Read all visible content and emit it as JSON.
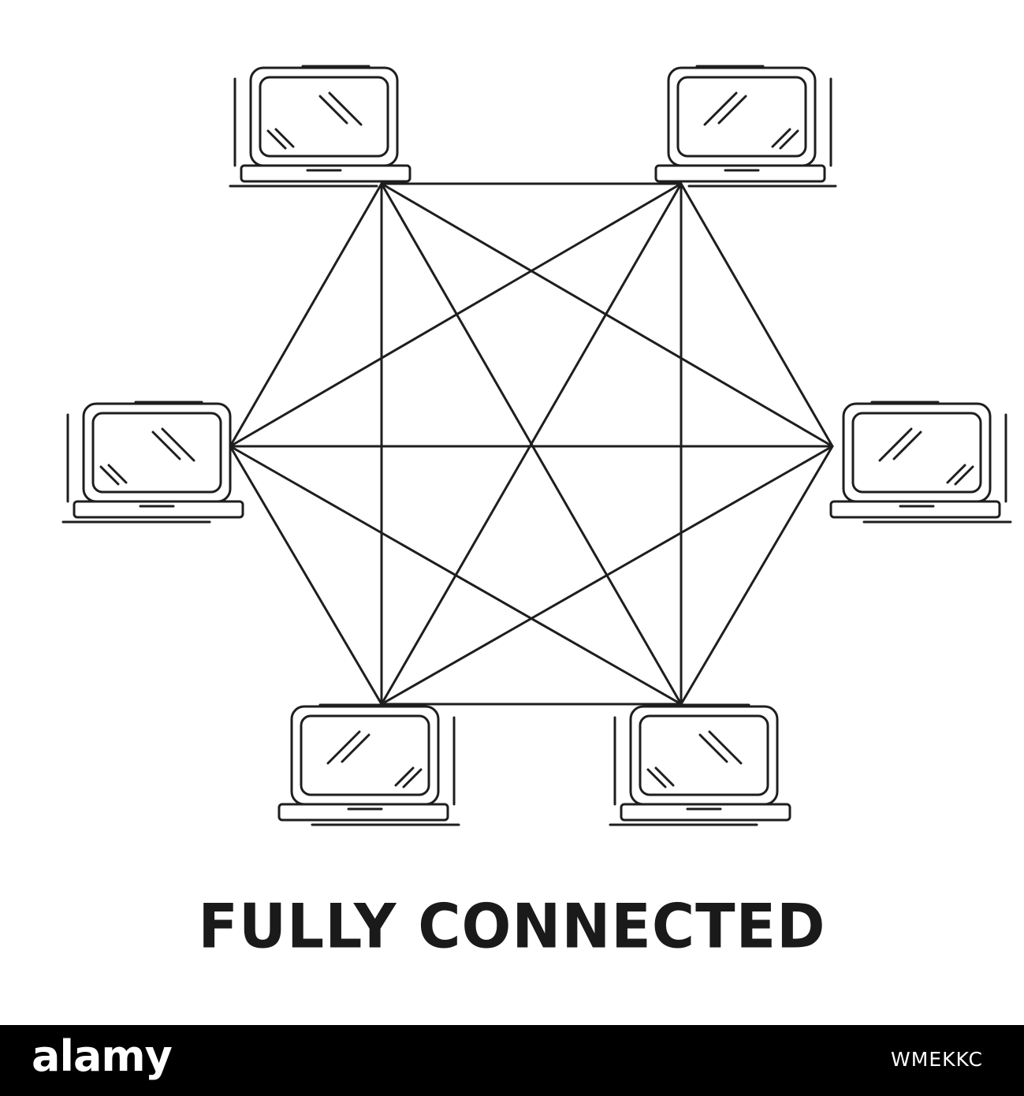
{
  "diagram": {
    "title": "FULLY CONNECTED",
    "line_color": "#1e1e1e",
    "node_icon": "laptop-icon",
    "nodes": [
      {
        "id": "top-left"
      },
      {
        "id": "top-right"
      },
      {
        "id": "right"
      },
      {
        "id": "bottom-right"
      },
      {
        "id": "bottom-left"
      },
      {
        "id": "left"
      }
    ],
    "edges": [
      [
        "top-left",
        "top-right"
      ],
      [
        "top-left",
        "right"
      ],
      [
        "top-left",
        "bottom-right"
      ],
      [
        "top-left",
        "bottom-left"
      ],
      [
        "top-left",
        "left"
      ],
      [
        "top-right",
        "right"
      ],
      [
        "top-right",
        "bottom-right"
      ],
      [
        "top-right",
        "bottom-left"
      ],
      [
        "top-right",
        "left"
      ],
      [
        "right",
        "bottom-right"
      ],
      [
        "right",
        "bottom-left"
      ],
      [
        "right",
        "left"
      ],
      [
        "bottom-right",
        "bottom-left"
      ],
      [
        "bottom-right",
        "left"
      ],
      [
        "bottom-left",
        "left"
      ]
    ]
  },
  "footer": {
    "brand": "alamy",
    "image_id": "WMEKKC",
    "background": "#000000"
  }
}
